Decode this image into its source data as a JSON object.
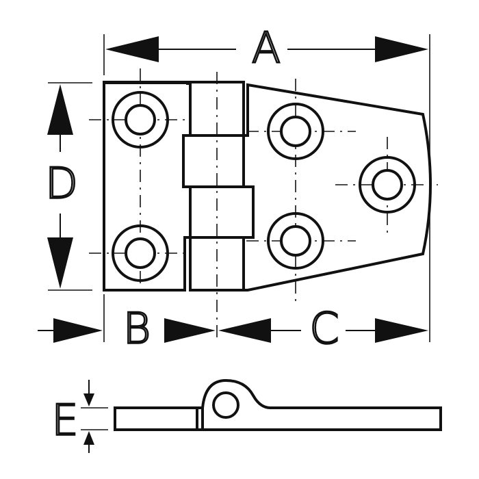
{
  "diagram": {
    "dimensions": {
      "a": "A",
      "b": "B",
      "c": "C",
      "d": "D",
      "e": "E"
    },
    "colors": {
      "line": "#111111",
      "background": "#ffffff"
    }
  }
}
